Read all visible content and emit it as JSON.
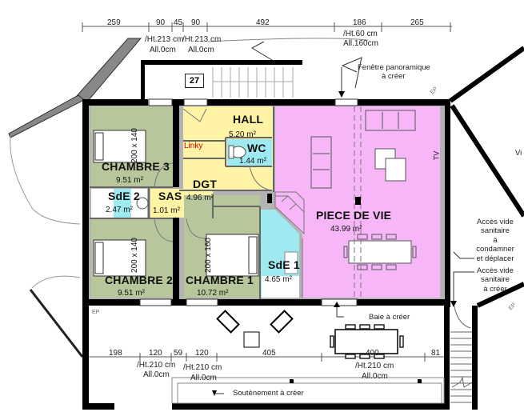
{
  "plan": {
    "colors": {
      "bedroom": "#b7c69b",
      "hall": "#fff3a6",
      "bathroom": "#9fe9f0",
      "living": "#f7b6f7",
      "wall": "#000000",
      "wall_inner_border": "#b3b3b3"
    },
    "top_dimensions": [
      "259",
      "90",
      "45",
      "90",
      "492",
      "186",
      "265"
    ],
    "bottom_dimensions": [
      "198",
      "120",
      "59",
      "120",
      "405",
      "400",
      "81"
    ],
    "top_openings": [
      {
        "height": "/Ht.213 cm",
        "sill": "All.0cm"
      },
      {
        "height": "/Ht.213 cm",
        "sill": "All.0cm"
      },
      {
        "height": "/Ht.60 cm",
        "sill": "All.160cm"
      }
    ],
    "bottom_openings": [
      {
        "height": "/Ht.210 cm",
        "sill": "All.0cm"
      },
      {
        "height": "/Ht.210 cm",
        "sill": "All.0cm"
      },
      {
        "height": "/Ht.210 cm",
        "sill": "All.0cm"
      }
    ],
    "stair_number": "27",
    "rooms": {
      "hall": {
        "name": "HALL",
        "area": "5.20 m²"
      },
      "wc": {
        "name": "WC",
        "area": "1.44 m²"
      },
      "dgt": {
        "name": "DGT",
        "area": "4.96 m²"
      },
      "sas": {
        "name": "SAS",
        "area": "1.01 m²"
      },
      "chambre3": {
        "name": "CHAMBRE 3",
        "area": "9.51 m²",
        "bed": "200 x 140"
      },
      "sde2": {
        "name": "SdE 2",
        "area": "2.47 m²"
      },
      "chambre2": {
        "name": "CHAMBRE 2",
        "area": "9.51 m²",
        "bed": "200 x 140"
      },
      "chambre1": {
        "name": "CHAMBRE 1",
        "area": "10.72 m²",
        "bed": "200 x 160"
      },
      "sde1": {
        "name": "SdE 1",
        "area": "4.65 m²"
      },
      "piece_de_vie": {
        "name": "PIECE DE VIE",
        "area": "43.99 m²"
      }
    },
    "labels": {
      "linky": "Linky",
      "tv": "TV",
      "ep_top": "EP",
      "ep_bottom": "EP",
      "ep_right": "EP",
      "vi": "Vi"
    },
    "annotations": {
      "fenetre": [
        "Fenêtre panoramique",
        "à créer"
      ],
      "acces_condamner": [
        "Accès vide",
        "sanitaire",
        "à",
        "condamner",
        "et déplacer"
      ],
      "acces_creer": [
        "Accès vide",
        "sanitaire",
        "à créer"
      ],
      "baie": "Baie à créer",
      "soutenement": "Soutènement à créer"
    }
  }
}
